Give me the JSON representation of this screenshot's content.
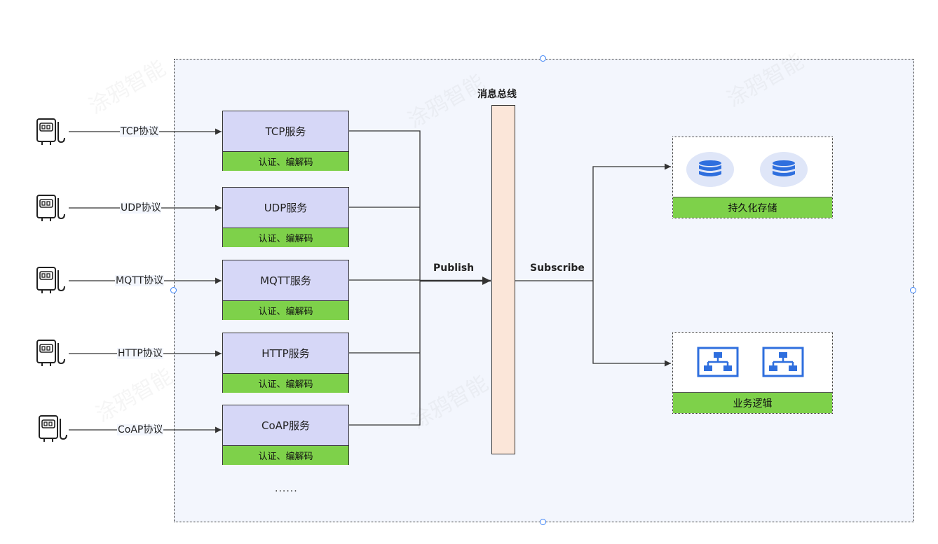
{
  "bus": {
    "title": "消息总线"
  },
  "flows": {
    "publish": "Publish",
    "subscribe": "Subscribe"
  },
  "protocols": [
    {
      "label": "TCP协议",
      "service": "TCP服务",
      "sub": "认证、编解码"
    },
    {
      "label": "UDP协议",
      "service": "UDP服务",
      "sub": "认证、编解码"
    },
    {
      "label": "MQTT协议",
      "service": "MQTT服务",
      "sub": "认证、编解码"
    },
    {
      "label": "HTTP协议",
      "service": "HTTP服务",
      "sub": "认证、编解码"
    },
    {
      "label": "CoAP协议",
      "service": "CoAP服务",
      "sub": "认证、编解码"
    }
  ],
  "more": "......",
  "targets": [
    {
      "label": "持久化存储",
      "icon": "database-icon"
    },
    {
      "label": "业务逻辑",
      "icon": "network-topology-icon"
    }
  ],
  "watermark": {
    "text": "涂鸦智能"
  },
  "colors": {
    "service_bg": "#d6d7f7",
    "green": "#7ed14a",
    "bus_bg": "#fbe6d9",
    "icon_blue": "#2f6fde",
    "frame_bg": "#f3f6fd"
  }
}
